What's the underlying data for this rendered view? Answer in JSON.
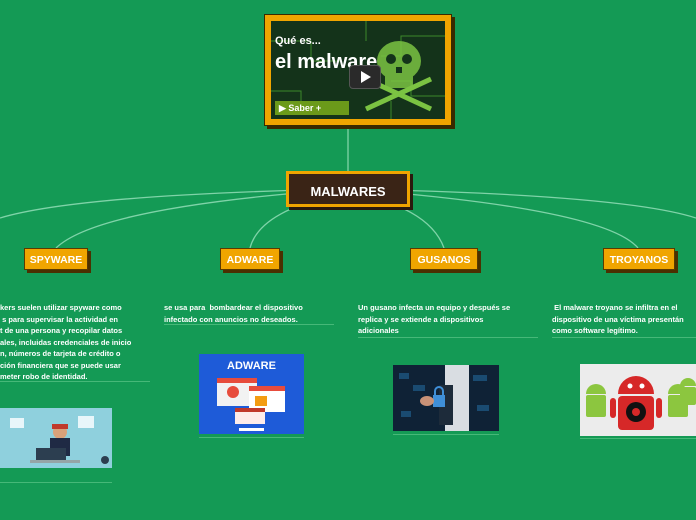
{
  "video": {
    "title_line1": "Qué es...",
    "title_line2": "el malware",
    "cta": "▶ Saber +"
  },
  "root": {
    "label": "MALWARES"
  },
  "categories": [
    {
      "label": "SPYWARE",
      "description": "kers suelen utilizar spyware como\n s para supervisar la actividad en\nt de una persona y recopilar datos\nales, incluidas credenciales de inicio\nn, números de tarjeta de crédito o\nción financiera que se puede usar\nmeter robo de identidad.",
      "image_icon": "hacker-laptop-illustration"
    },
    {
      "label": "ADWARE",
      "description": "se usa para  bombardear el dispositivo\ninfectado con anuncios no deseados.",
      "image_caption": "ADWARE",
      "image_icon": "adware-popups-illustration"
    },
    {
      "label": "GUSANOS",
      "description": "Un gusano infecta un equipo y después se\nreplica y se extiende a dispositivos\nadicionales",
      "image_icon": "padlock-touch-photo"
    },
    {
      "label": "TROYANOS",
      "description": " El malware troyano se infiltra en el\ndispositivo de una víctima presentán\ncomo software legítimo.",
      "image_icon": "android-biohazard-robot"
    }
  ],
  "colors": {
    "background": "#149a55",
    "node_orange": "#f0a500",
    "root_fill": "#3a2416",
    "connector": "#7fd3a8"
  }
}
